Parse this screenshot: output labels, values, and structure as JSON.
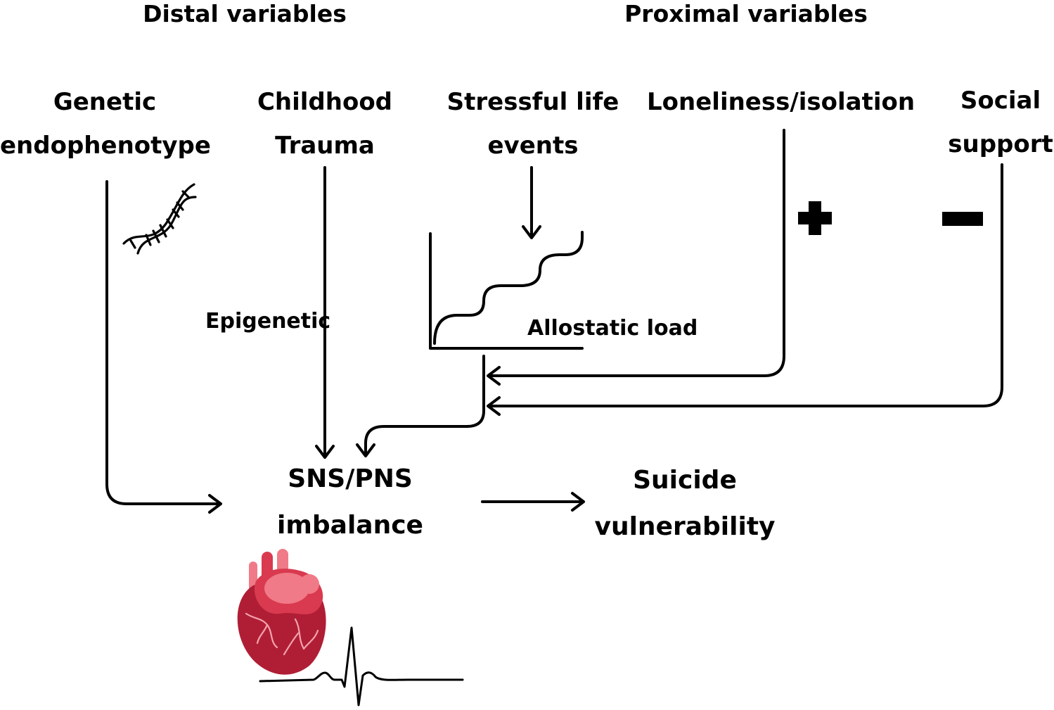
{
  "headers": {
    "distal": "Distal variables",
    "proximal": "Proximal variables"
  },
  "nodes": {
    "genetic": {
      "line1": "Genetic",
      "line2": "endophenotype"
    },
    "childhood": {
      "line1": "Childhood",
      "line2": "Trauma"
    },
    "stressful": {
      "line1": "Stressful life",
      "line2": "events"
    },
    "loneliness": {
      "line1": "Loneliness/isolation"
    },
    "social": {
      "line1": "Social",
      "line2": "support"
    },
    "sns": {
      "line1": "SNS/PNS",
      "line2": "imbalance"
    },
    "suicide": {
      "line1": "Suicide",
      "line2": "vulnerability"
    }
  },
  "edge_labels": {
    "epigenetic": "Epigenetic",
    "allostatic": "Allostatic load"
  },
  "icons": [
    "dna-icon",
    "plus-sign-icon",
    "minus-sign-icon",
    "heart-icon",
    "ecg-waveform-icon"
  ],
  "colors": {
    "line": "#000000",
    "heart_dark": "#b01e35",
    "heart_mid": "#d93a4f",
    "heart_light": "#f07a87",
    "heart_vein": "#f5a3ad"
  }
}
